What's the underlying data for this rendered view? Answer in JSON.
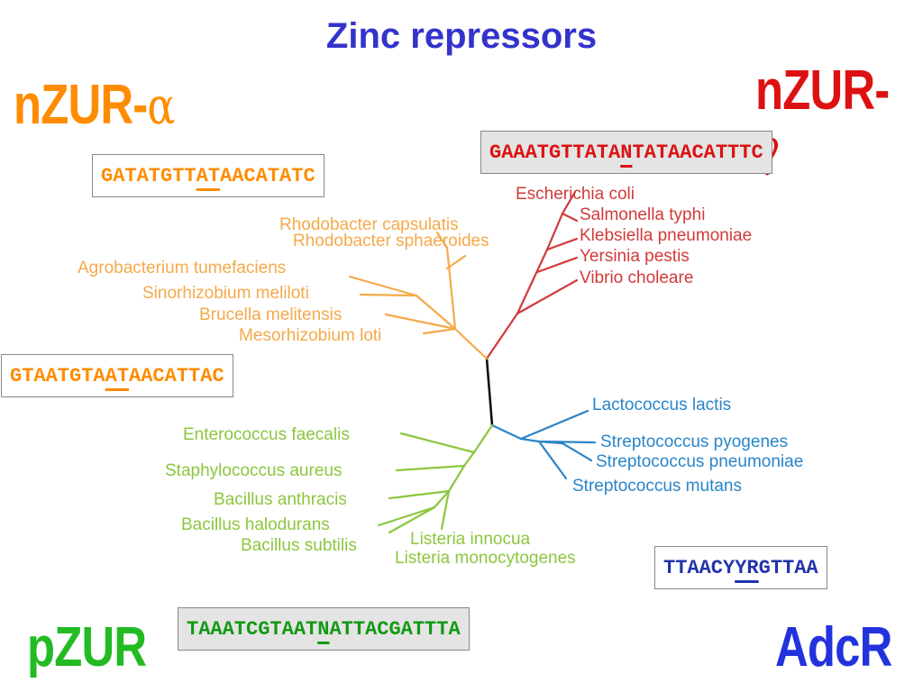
{
  "title": "Zinc repressors",
  "groups": {
    "nzur_alpha": {
      "text": "nZUR-",
      "greek": "α",
      "color": "#ff8c00"
    },
    "nzur_gamma": {
      "text": "nZUR-",
      "greek": "γ",
      "color": "#dd1111"
    },
    "pzur": {
      "text": "pZUR",
      "color": "#22bb22"
    },
    "adcr": {
      "text": "AdcR",
      "color": "#2233dd"
    }
  },
  "sequences": {
    "alpha_top": {
      "pre": "GATATGTT",
      "mark": "AT",
      "post": "AACATATC",
      "color": "#ff8c00"
    },
    "alpha_mid": {
      "pre": "GTAATGTA",
      "mark": "AT",
      "post": "AACATTAC",
      "color": "#ff8c00"
    },
    "gamma": {
      "pre": "GAAATGTTATA",
      "mark": "N",
      "post": "TATAACATTTC",
      "color": "#dd1111"
    },
    "pzur": {
      "pre": "TAAATCGTAAT",
      "mark": "N",
      "post": "ATTACGATTTA",
      "color": "#119911"
    },
    "adcr": {
      "pre": "TTAACY",
      "mark": "YR",
      "post": "GTTAA",
      "color": "#2233aa"
    }
  },
  "tree": {
    "colors": {
      "alpha": "#f5a94a",
      "gamma": "#d23a3a",
      "adcr": "#2a85c8",
      "pzur": "#8cc63e",
      "root": "#111111"
    },
    "species": {
      "gamma": [
        "Escherichia coli",
        "Salmonella typhi",
        "Klebsiella pneumoniae",
        "Yersinia pestis",
        "Vibrio choleare"
      ],
      "alpha": [
        "Rhodobacter capsulatis",
        "Rhodobacter sphaeroides",
        "Agrobacterium tumefaciens",
        "Sinorhizobium meliloti",
        "Brucella melitensis",
        "Mesorhizobium loti"
      ],
      "adcr": [
        "Lactococcus lactis",
        "Streptococcus pyogenes",
        "Streptococcus pneumoniae",
        "Streptococcus mutans"
      ],
      "pzur": [
        "Enterococcus faecalis",
        "Staphylococcus aureus",
        "Bacillus anthracis",
        "Bacillus halodurans",
        "Bacillus subtilis",
        "Listeria innocua",
        "Listeria monocytogenes"
      ]
    }
  }
}
